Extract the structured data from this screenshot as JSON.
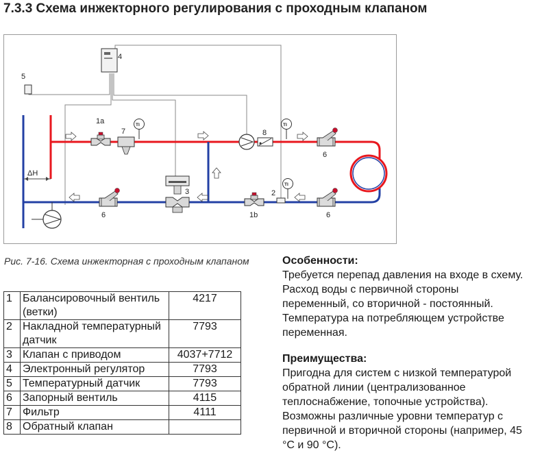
{
  "title": "7.3.3 Схема инжекторного регулирования с проходным клапаном",
  "diagram": {
    "labels": {
      "p1a": "1a",
      "p1b": "1b",
      "p2": "2",
      "p3": "3",
      "p4": "4",
      "p5": "5",
      "p6_left": "6",
      "p6_top_right": "6",
      "p6_bottom_right": "6",
      "p7": "7",
      "p8": "8",
      "delta_h": "ΔH",
      "ti": "TI"
    },
    "colors": {
      "supply": "#e8171e",
      "return": "#2340a4",
      "signal": "#8a8a8a",
      "valve_handle": "#c8102e"
    }
  },
  "caption": "Рис. 7-16. Схема инжекторная  с проходным клапаном",
  "parts_table": [
    {
      "num": "1",
      "name": "Балансировочный вентиль (ветки)",
      "code": "4217"
    },
    {
      "num": "2",
      "name": "Накладной температурный датчик",
      "code": "7793"
    },
    {
      "num": "3",
      "name": "Клапан с приводом",
      "code": "4037+7712"
    },
    {
      "num": "4",
      "name": "Электронный регулятор",
      "code": "7793"
    },
    {
      "num": "5",
      "name": "Температурный датчик",
      "code": "7793"
    },
    {
      "num": "6",
      "name": "Запорный вентиль",
      "code": "4115"
    },
    {
      "num": "7",
      "name": "Фильтр",
      "code": "4111"
    },
    {
      "num": "8",
      "name": "Обратный клапан",
      "code": ""
    }
  ],
  "features": {
    "heading": "Особенности:",
    "text": "Требуется перепад давления на входе в схему. Расход воды с первичной стороны переменный, со вторичной - постоянный. Температура на потребляющем устройстве переменная."
  },
  "advantages": {
    "heading": "Преимущества:",
    "text": "Пригодна для систем с низкой температурой обратной линии (централизованное теплоснабжение, топочные устройства). Возможны различные уровни температур с первичной и вторичной стороны (например,  45 °C и 90 °C)."
  }
}
